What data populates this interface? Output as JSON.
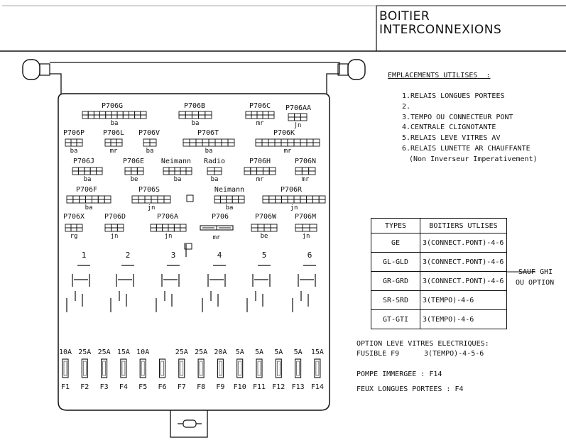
{
  "title": {
    "line1": "BOITIER",
    "line2": "INTERCONNEXIONS"
  },
  "emplacements": {
    "heading": "EMPLACEMENTS UTILISES",
    "items": [
      "1.RELAIS LONGUES PORTEES",
      "2.",
      "3.TEMPO OU CONNECTEUR PONT",
      "4.CENTRALE CLIGNOTANTE",
      "5.RELAIS LEVE VITRES AV",
      "6.RELAIS LUNETTE AR CHAUFFANTE",
      "(Non Inverseur Imperativement)"
    ]
  },
  "types_table": {
    "headers": [
      "TYPES",
      "BOITIERS UTLISES"
    ],
    "rows": [
      {
        "type": "GE",
        "boitiers": "3(CONNECT.PONT)-4-6"
      },
      {
        "type": "GL-GLD",
        "boitiers": "3(CONNECT.PONT)-4-6"
      },
      {
        "type": "GR-GRD",
        "boitiers": "3(CONNECT.PONT)-4-6"
      },
      {
        "type": "SR-SRD",
        "boitiers": "3(TEMPO)-4-6"
      },
      {
        "type": "GT-GTI",
        "boitiers": "3(TEMPO)-4-6"
      }
    ],
    "note": [
      "SAUF GHI",
      "OU OPTION"
    ]
  },
  "option": {
    "line1": "OPTION LEVE VITRES ELECTRIQUES:",
    "fusible_label": "FUSIBLE F9",
    "fusible_value": "3(TEMPO)-4-5-6"
  },
  "pompe": "POMPE IMMERGEE  : F14",
  "feux": "FEUX LONGUES PORTEES  : F4",
  "connectors": [
    {
      "name": "P706G",
      "color": "ba"
    },
    {
      "name": "P706B",
      "color": "ba"
    },
    {
      "name": "P706C",
      "color": "mr"
    },
    {
      "name": "P706AA",
      "color": "jn"
    },
    {
      "name": "P706P",
      "color": "ba"
    },
    {
      "name": "P706L",
      "color": "mr"
    },
    {
      "name": "P706V",
      "color": "ba"
    },
    {
      "name": "P706T",
      "color": "ba"
    },
    {
      "name": "P706K",
      "color": "mr"
    },
    {
      "name": "P706J",
      "color": "ba"
    },
    {
      "name": "P706E",
      "color": "be"
    },
    {
      "name": "Neimann",
      "color": "ba"
    },
    {
      "name": "Radio",
      "color": "ba"
    },
    {
      "name": "P706H",
      "color": "mr"
    },
    {
      "name": "P706N",
      "color": "mr"
    },
    {
      "name": "P706F",
      "color": "ba"
    },
    {
      "name": "P706S",
      "color": "jn"
    },
    {
      "name": "Neimann",
      "color": "ba"
    },
    {
      "name": "P706R",
      "color": "jn"
    },
    {
      "name": "P706X",
      "color": "rg"
    },
    {
      "name": "P706D",
      "color": "jn"
    },
    {
      "name": "P706A",
      "color": "jn"
    },
    {
      "name": "P706",
      "color": "mr"
    },
    {
      "name": "P706W",
      "color": "be"
    },
    {
      "name": "P706M",
      "color": "jn"
    }
  ],
  "slots": [
    "1",
    "2",
    "3",
    "4",
    "5",
    "6"
  ],
  "fuses": [
    {
      "id": "F1",
      "rating": "10A"
    },
    {
      "id": "F2",
      "rating": "25A"
    },
    {
      "id": "F3",
      "rating": "25A"
    },
    {
      "id": "F4",
      "rating": "15A"
    },
    {
      "id": "F5",
      "rating": "10A"
    },
    {
      "id": "F6",
      "rating": ""
    },
    {
      "id": "F7",
      "rating": "25A"
    },
    {
      "id": "F8",
      "rating": "25A"
    },
    {
      "id": "F9",
      "rating": "20A"
    },
    {
      "id": "F10",
      "rating": "5A"
    },
    {
      "id": "F11",
      "rating": "5A"
    },
    {
      "id": "F12",
      "rating": "5A"
    },
    {
      "id": "F13",
      "rating": "5A"
    },
    {
      "id": "F14",
      "rating": "15A"
    }
  ]
}
